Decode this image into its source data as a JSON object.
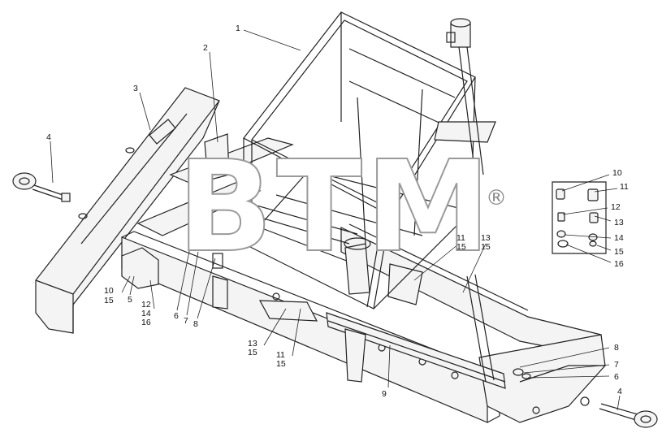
{
  "watermark": {
    "text": "BTM",
    "registered_mark": "®"
  },
  "callouts": [
    {
      "id": "c1",
      "text": "1"
    },
    {
      "id": "c2",
      "text": "2"
    },
    {
      "id": "c3",
      "text": "3"
    },
    {
      "id": "c4a",
      "text": "4"
    },
    {
      "id": "c4b",
      "text": "4"
    },
    {
      "id": "c5",
      "text": "5"
    },
    {
      "id": "c6a",
      "text": "6"
    },
    {
      "id": "c7a",
      "text": "7"
    },
    {
      "id": "c8a",
      "text": "8"
    },
    {
      "id": "c9",
      "text": "9"
    },
    {
      "id": "c10a",
      "text": "10"
    },
    {
      "id": "c15a",
      "text": "15"
    },
    {
      "id": "c12a",
      "text": "12"
    },
    {
      "id": "c14a",
      "text": "14"
    },
    {
      "id": "c16a",
      "text": "16"
    },
    {
      "id": "c11a",
      "text": "11"
    },
    {
      "id": "c15b",
      "text": "15"
    },
    {
      "id": "c13a",
      "text": "13"
    },
    {
      "id": "c15c",
      "text": "15"
    },
    {
      "id": "c13b",
      "text": "13"
    },
    {
      "id": "c15d",
      "text": "15"
    },
    {
      "id": "c11b",
      "text": "11"
    },
    {
      "id": "c15e",
      "text": "15"
    },
    {
      "id": "c8b",
      "text": "8"
    },
    {
      "id": "c7b",
      "text": "7"
    },
    {
      "id": "c6b",
      "text": "6"
    },
    {
      "id": "k10",
      "text": "10"
    },
    {
      "id": "k11",
      "text": "11"
    },
    {
      "id": "k12",
      "text": "12"
    },
    {
      "id": "k13",
      "text": "13"
    },
    {
      "id": "k14",
      "text": "14"
    },
    {
      "id": "k15",
      "text": "15"
    },
    {
      "id": "k16",
      "text": "16"
    }
  ]
}
